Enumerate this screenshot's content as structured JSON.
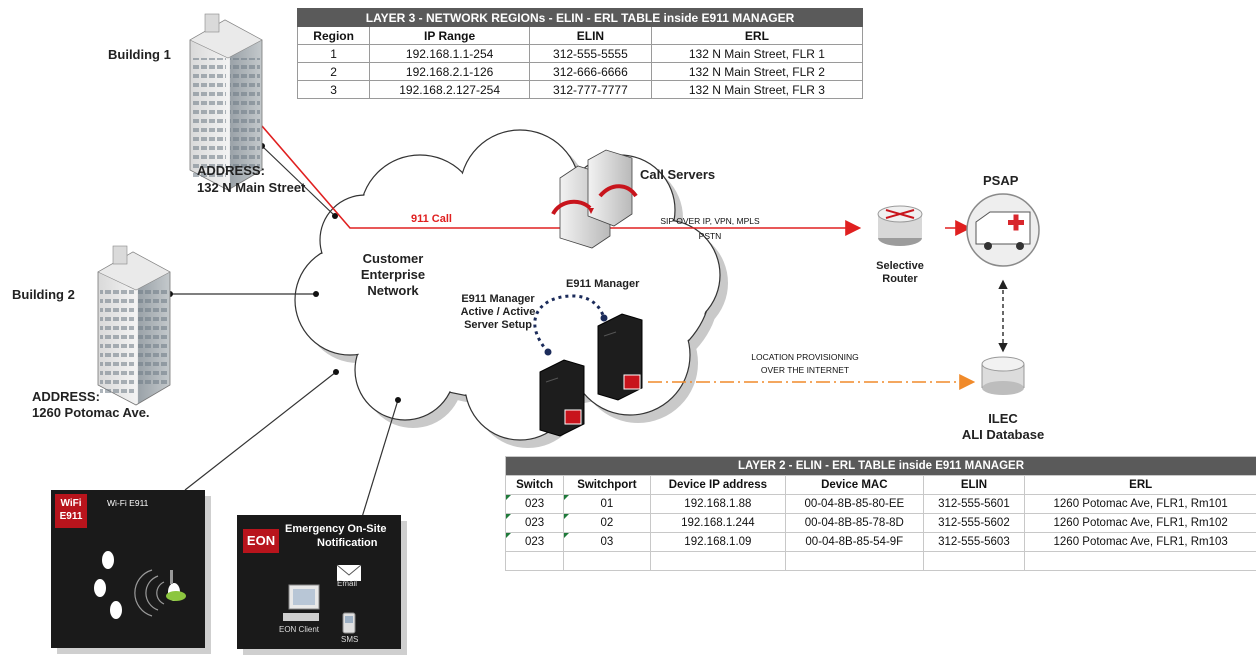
{
  "layer3": {
    "title": "LAYER 3 - NETWORK REGIONs - ELIN - ERL TABLE inside E911 MANAGER",
    "headers": [
      "Region",
      "IP Range",
      "ELIN",
      "ERL"
    ],
    "rows": [
      [
        "1",
        "192.168.1.1-254",
        "312-555-5555",
        "132 N Main Street, FLR 1"
      ],
      [
        "2",
        "192.168.2.1-126",
        "312-666-6666",
        "132 N Main Street, FLR 2"
      ],
      [
        "3",
        "192.168.2.127-254",
        "312-777-7777",
        "132 N Main Street, FLR 3"
      ]
    ]
  },
  "layer2": {
    "title": "LAYER 2  - ELIN - ERL TABLE inside E911 MANAGER",
    "headers": [
      "Switch",
      "Switchport",
      "Device IP address",
      "Device MAC",
      "ELIN",
      "ERL"
    ],
    "rows": [
      [
        "023",
        "01",
        "192.168.1.88",
        "00-04-8B-85-80-EE",
        "312-555-5601",
        "1260 Potomac Ave, FLR1, Rm101"
      ],
      [
        "023",
        "02",
        "192.168.1.244",
        "00-04-8B-85-78-8D",
        "312-555-5602",
        "1260 Potomac Ave, FLR1, Rm102"
      ],
      [
        "023",
        "03",
        "192.168.1.09",
        "00-04-8B-85-54-9F",
        "312-555-5603",
        "1260 Potomac Ave, FLR1, Rm103"
      ],
      [
        "",
        "",
        "",
        "",
        "",
        ""
      ]
    ]
  },
  "labels": {
    "building1": "Building 1",
    "address1_label": "ADDRESS:",
    "address1_value": "132 N Main Street",
    "building2": "Building 2",
    "address2_label": "ADDRESS:",
    "address2_value": "1260 Potomac Ave.",
    "call_servers": "Call Servers",
    "call_911": "911 Call",
    "sip_line1": "SIP OVER IP, VPN, MPLS",
    "sip_line2": "PSTN",
    "network_line1": "Customer",
    "network_line2": "Enterprise",
    "network_line3": "Network",
    "e911_manager": "E911 Manager",
    "active_line1": "E911 Manager",
    "active_line2": "Active / Active",
    "active_line3": "Server Setup",
    "psap": "PSAP",
    "router_line1": "Selective",
    "router_line2": "Router",
    "loc_line1": "LOCATION PROVISIONING",
    "loc_line2": "OVER THE INTERNET",
    "ilec_line1": "ILEC",
    "ilec_line2": "ALI Database"
  },
  "wifi_card": {
    "badge_top": "WiFi",
    "badge_bottom": "E911",
    "title": "Wi-Fi E911"
  },
  "eon_card": {
    "badge": "EON",
    "title_line1": "Emergency On-Site",
    "title_line2": "Notification",
    "email": "Email",
    "client": "EON Client",
    "sms": "SMS"
  },
  "colors": {
    "call_line": "#e02020",
    "provisioning_line": "#f08a2a",
    "table_header_bg": "#5a5a5a",
    "badge_red": "#b8141c"
  }
}
